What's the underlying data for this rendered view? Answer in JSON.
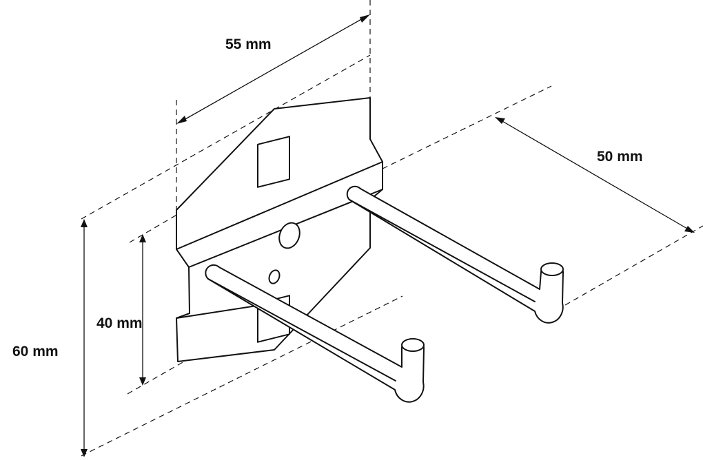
{
  "dimensions": {
    "width_label": "55 mm",
    "length_label": "50 mm",
    "inner_height_label": "40 mm",
    "outer_height_label": "60 mm"
  }
}
